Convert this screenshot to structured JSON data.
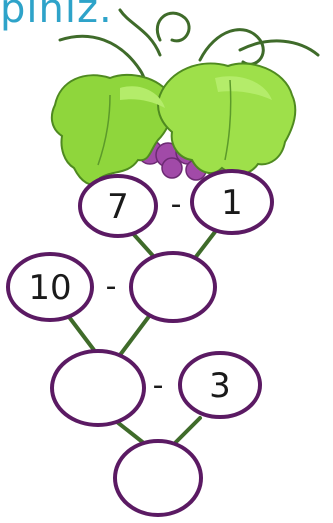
{
  "title": "piniz.",
  "colors": {
    "circle_stroke": "#5b1a63",
    "stem": "#3f6b2a",
    "leaf": "#8fd63c",
    "grape": "#a14aa8",
    "title": "#2ea3c9"
  },
  "puzzle": {
    "top_left": "7",
    "top_right": "1",
    "mid_left": "10",
    "mid_right": "",
    "lower_left": "",
    "lower_right": "3",
    "bottom": "",
    "op1": "-",
    "op2": "-",
    "op3": "-"
  }
}
